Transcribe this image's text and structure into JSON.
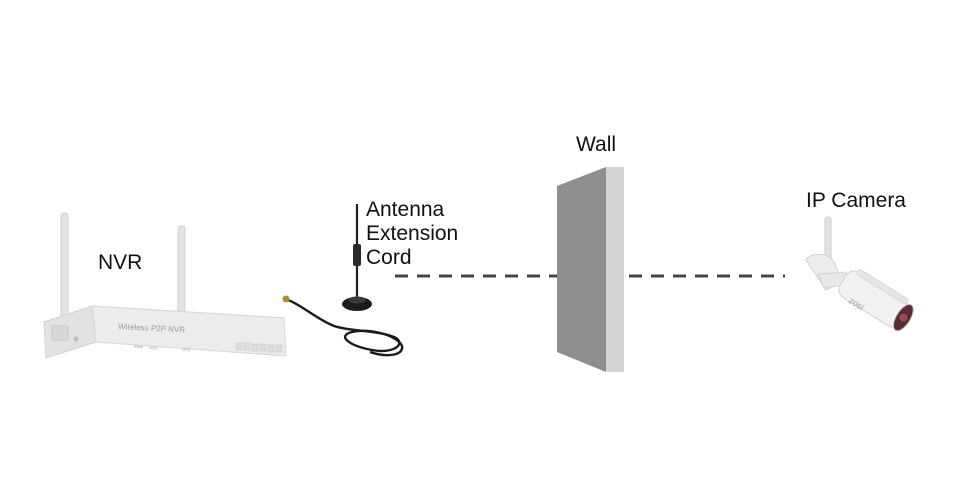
{
  "labels": {
    "nvr": "NVR",
    "antenna_line1": "Antenna",
    "antenna_line2": "Extension",
    "antenna_line3": "Cord",
    "wall": "Wall",
    "ip_camera": "IP Camera"
  },
  "nvr_device": {
    "model_text": "Wireless P2P NVR",
    "led_pwr": "PWR",
    "led_hdd": "HDD",
    "led_sys": "SYS"
  },
  "camera_device": {
    "brand_text": "zosi"
  },
  "colors": {
    "wall_front": "#8e8e8e",
    "wall_side": "#d4d4d4",
    "signal_line": "#444444",
    "device_body": "#e6e6e6",
    "cable": "#1a1a1a"
  }
}
